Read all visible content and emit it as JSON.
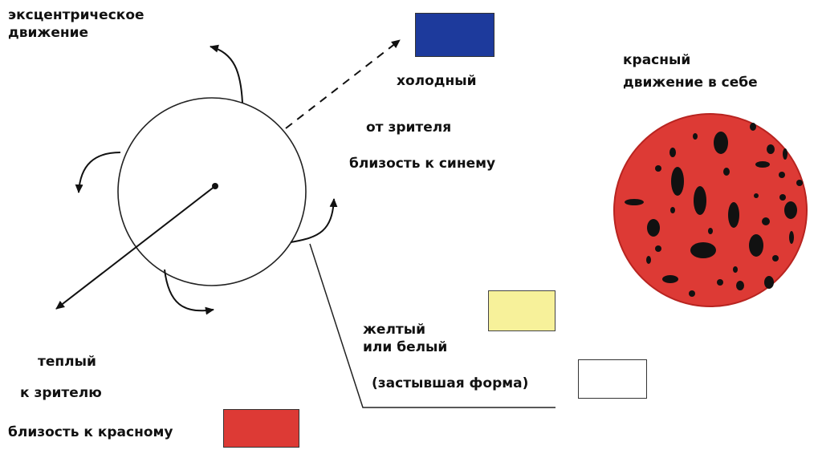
{
  "labels": {
    "eccentric_line1": "эксцентрическое",
    "eccentric_line2": "движение",
    "cold": "холодный",
    "from_viewer": "от зрителя",
    "near_blue": "близость к синему",
    "red_line1": "красный",
    "red_line2": "движение в себе",
    "yellow_line1": "желтый",
    "yellow_line2": "или белый",
    "frozen_form": "(застывшая форма)",
    "warm": "теплый",
    "to_viewer": "к зрителю",
    "near_red": "близость к красному"
  },
  "colors": {
    "blue": "#1d3a9c",
    "yellow": "#f7f19a",
    "white": "#ffffff",
    "red": "#dd3a35",
    "spot": "#111111",
    "ink": "#111111"
  }
}
